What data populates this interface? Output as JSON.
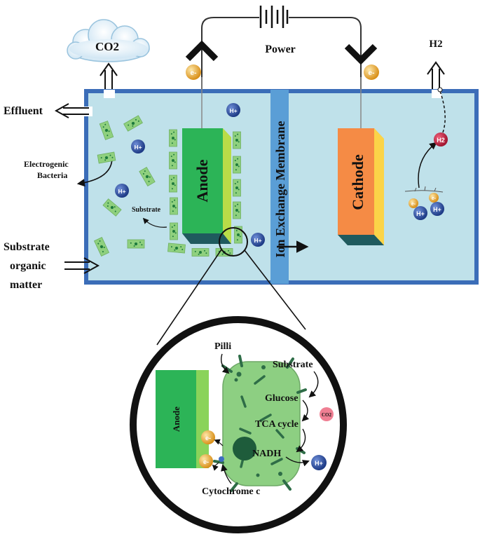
{
  "labels": {
    "power": "Power",
    "co2_top": "CO2",
    "h2": "H2",
    "effluent": "Effluent",
    "electrogenic_bacteria": "Electrogenic\nBacteria",
    "substrate_small": "Substrate",
    "substrate_organic": "Substrate\norganic\nmatter",
    "anode": "Anode",
    "membrane": "Ion Exchange Membrane",
    "cathode": "Cathode",
    "zoom_anode": "Anode",
    "pilli": "Pilli",
    "zoom_substrate": "Substrate",
    "glucose": "Glucose",
    "tca_cycle": "TCA cycle",
    "nadh": "NADH",
    "co2_small": "CO2",
    "cytochrome": "Cytochrome c",
    "electron": "e-",
    "proton": "H+",
    "h2_bubble": "H2"
  },
  "colors": {
    "chamber_fill": "#bfe1ea",
    "chamber_border": "#3b6db8",
    "membrane": "#5a9ed6",
    "anode_front": "#2cb457",
    "anode_side": "#b9dc48",
    "anode_base": "#1f5a5e",
    "cathode_front": "#f58b45",
    "cathode_side": "#fbd448",
    "bacteria": "#8fd07e",
    "bacteria_dot": "#1e7a3d",
    "electron": "#e09a1e",
    "proton": "#254a9c",
    "h2_ball": "#c0203a",
    "co2_ball": "#ef7f93",
    "zoom_cell": "#8dcf82"
  }
}
